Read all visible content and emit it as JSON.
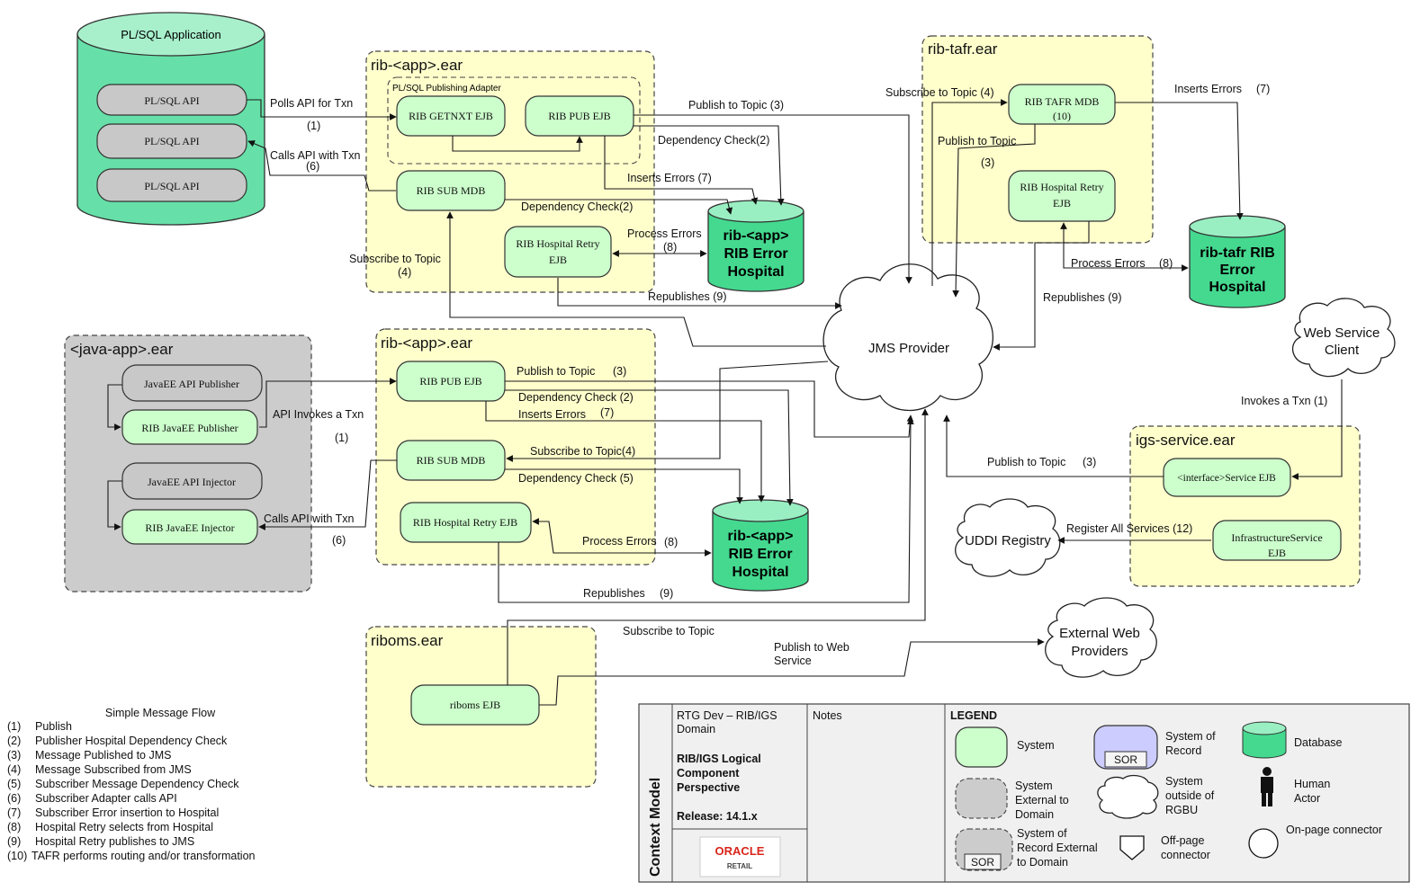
{
  "plsql_app": {
    "title": "PL/SQL Application",
    "apis": [
      "PL/SQL API",
      "PL/SQL API",
      "PL/SQL API"
    ]
  },
  "rib_app_top": {
    "title": "rib-<app>.ear",
    "adapter_title": "PL/SQL Publishing Adapter",
    "getnxt": "RIB GETNXT EJB",
    "pub": "RIB PUB EJB",
    "sub": "RIB SUB MDB",
    "retry_l1": "RIB Hospital Retry",
    "retry_l2": "EJB"
  },
  "rib_app_bottom": {
    "title": "rib-<app>.ear",
    "pub": "RIB PUB EJB",
    "sub": "RIB SUB MDB",
    "retry": "RIB Hospital Retry EJB"
  },
  "java_app": {
    "title": "<java-app>.ear",
    "api_publisher": "JavaEE API  Publisher",
    "javaee_publisher": "RIB JavaEE Publisher",
    "api_injector": "JavaEE API Injector",
    "javaee_injector": "RIB JavaEE Injector"
  },
  "rib_tafr": {
    "title": "rib-tafr.ear",
    "mdb_l1": "RIB TAFR MDB",
    "mdb_l2": "(10)",
    "retry_l1": "RIB Hospital Retry",
    "retry_l2": "EJB"
  },
  "igs": {
    "title": "igs-service.ear",
    "service": "<interface>Service EJB",
    "infra_l1": "InfrastructureService",
    "infra_l2": "EJB"
  },
  "riboms": {
    "title": "riboms.ear",
    "ejb": "riboms EJB"
  },
  "databases": {
    "hospital_top": [
      "rib-<app>",
      "RIB Error",
      "Hospital"
    ],
    "hospital_bottom": [
      "rib-<app>",
      "RIB Error",
      "Hospital"
    ],
    "tafr_hospital": [
      "rib-tafr RIB",
      "Error",
      "Hospital"
    ]
  },
  "clouds": {
    "jms": "JMS Provider",
    "ws_client": [
      "Web Service",
      "Client"
    ],
    "uddi": "UDDI Registry",
    "ext_web": [
      "External Web",
      "Providers"
    ]
  },
  "flows": {
    "polls_api": "Polls API for Txn",
    "polls_num": "(1)",
    "calls_api": "Calls API with Txn",
    "calls_num": "(6)",
    "publish_topic_top": "Publish to Topic (3)",
    "dep_check_top": "Dependency Check(2)",
    "inserts_errors_top": "Inserts Errors  (7)",
    "dep_check_sub_top": "Dependency Check(2)",
    "process_errors_top": "Process Errors",
    "process_errors_top_num": "(8)",
    "subscribe_topic_top": "Subscribe to Topic",
    "subscribe_topic_top_num": "(4)",
    "republishes_top": "Republishes  (9)",
    "tafr_subscribe": "Subscribe to Topic (4)",
    "tafr_inserts": "Inserts Errors",
    "tafr_inserts_num": "(7)",
    "tafr_publish": "Publish to Topic",
    "tafr_publish_num": "(3)",
    "tafr_process": "Process Errors",
    "tafr_process_num": "(8)",
    "tafr_republishes": "Republishes  (9)",
    "invokes_txn": "Invokes a Txn (1)",
    "igs_publish": "Publish to Topic",
    "igs_publish_num": "(3)",
    "register_services": "Register All Services (12)",
    "api_invokes": "API Invokes a Txn",
    "api_invokes_num": "(1)",
    "publish_topic_bot": "Publish to Topic",
    "publish_topic_bot_num": "(3)",
    "dep_check_bot": "Dependency Check (2)",
    "inserts_errors_bot": "Inserts Errors",
    "inserts_errors_bot_num": "(7)",
    "subscribe_topic_bot": "Subscribe to Topic(4)",
    "dep_check_bot5": "Dependency Check (5)",
    "calls_api_bot": "Calls API with Txn",
    "calls_api_bot_num": "(6)",
    "process_errors_bot": "Process Errors",
    "process_errors_bot_num": "(8)",
    "republishes_bot": "Republishes",
    "republishes_bot_num": "(9)",
    "subscribe_topic_oms": "Subscribe to Topic",
    "publish_web_l1": "Publish to Web",
    "publish_web_l2": "Service"
  },
  "message_flow": {
    "title": "Simple Message Flow",
    "items": [
      {
        "num": "(1)",
        "text": "Publish"
      },
      {
        "num": "(2)",
        "text": "Publisher Hospital Dependency Check"
      },
      {
        "num": "(3)",
        "text": "Message Published to JMS"
      },
      {
        "num": "(4)",
        "text": "Message Subscribed from JMS"
      },
      {
        "num": "(5)",
        "text": "Subscriber Message Dependency Check"
      },
      {
        "num": "(6)",
        "text": "Subscriber Adapter calls API"
      },
      {
        "num": "(7)",
        "text": "Subscriber Error insertion to Hospital"
      },
      {
        "num": "(8)",
        "text": "Hospital Retry selects from Hospital"
      },
      {
        "num": "(9)",
        "text": "Hospital Retry publishes to JMS"
      },
      {
        "num": "(10)",
        "text": "TAFR performs routing and/or transformation"
      }
    ]
  },
  "legend_panel": {
    "side_title": "Context Model",
    "project_l1": "RTG Dev – RIB/IGS",
    "project_l2": "Domain",
    "perspective_l1": "RIB/IGS Logical",
    "perspective_l2": "Component",
    "perspective_l3": "Perspective",
    "release": "Release:  14.1.x",
    "logo_main": "ORACLE",
    "logo_sub": "RETAIL",
    "notes": "Notes",
    "legend_title": "LEGEND",
    "system": "System",
    "sor_l1": "System of",
    "sor_l2": "Record",
    "sor_badge": "SOR",
    "database": "Database",
    "ext_l1": "System",
    "ext_l2": "External to",
    "ext_l3": "Domain",
    "outside_l1": "System",
    "outside_l2": "outside of",
    "outside_l3": "RGBU",
    "human_l1": "Human",
    "human_l2": "Actor",
    "sor_ext_l1": "System of",
    "sor_ext_l2": "Record External",
    "sor_ext_l3": "to Domain",
    "sor_ext_badge": "SOR",
    "offpage_l1": "Off-page",
    "offpage_l2": "connector",
    "onpage": "On-page connector"
  }
}
